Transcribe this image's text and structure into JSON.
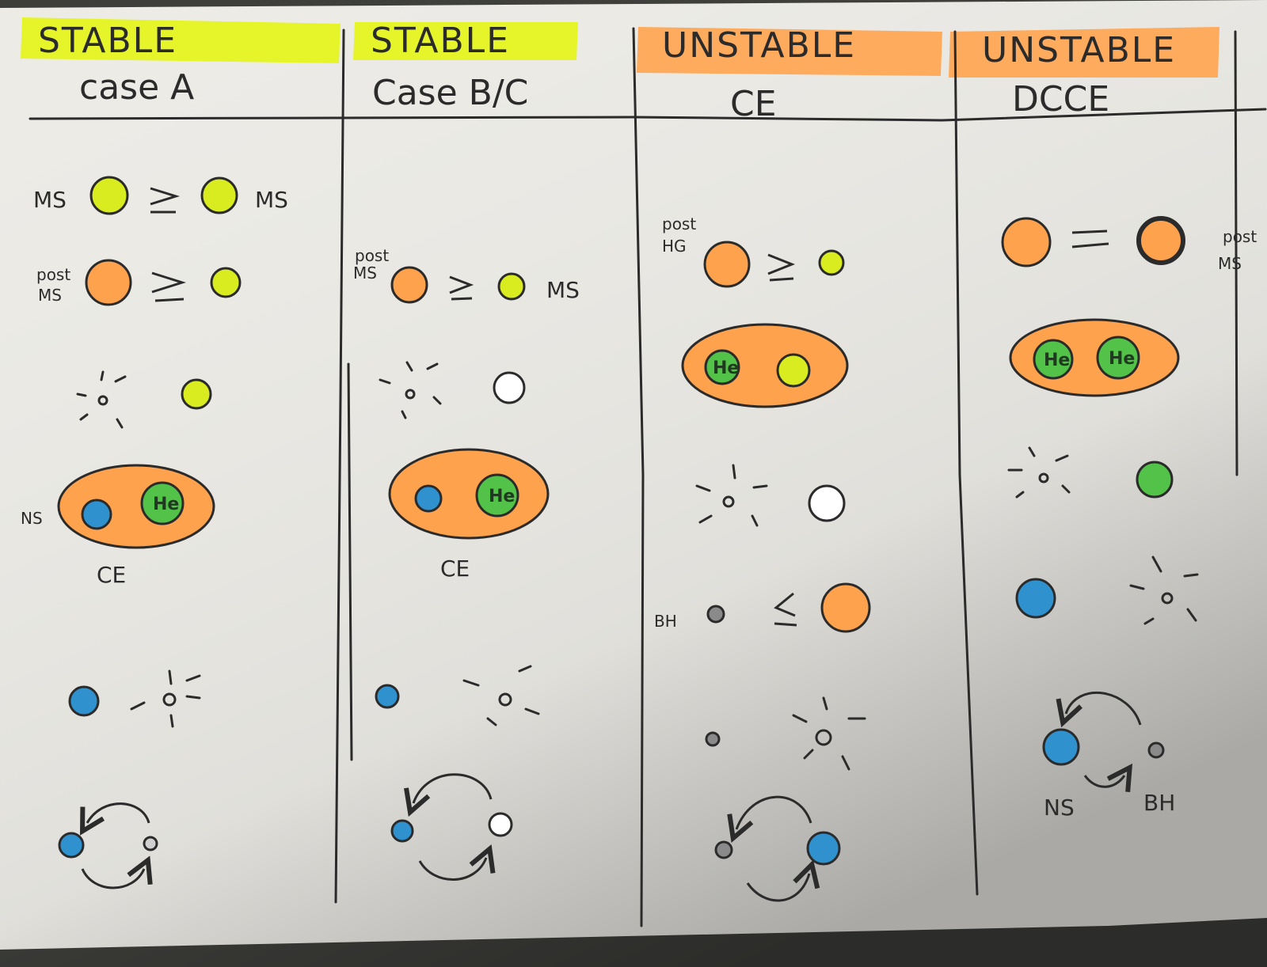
{
  "colors": {
    "paper": "#ecebe6",
    "ink": "#2b2b2b",
    "yellow": "#d9ec1f",
    "orange": "#ffa24d",
    "green": "#52c248",
    "blue": "#2f92cf",
    "highlight_yellow": "#e6f52a",
    "highlight_orange": "#ffab5e"
  },
  "columns": [
    {
      "title": "STABLE",
      "subtitle": "case A",
      "labels": {
        "ms_left": "MS",
        "ms_right": "MS",
        "post_ms_1": "post",
        "post_ms_2": "MS",
        "ns": "NS",
        "ce": "CE",
        "he": "He"
      }
    },
    {
      "title": "STABLE",
      "subtitle": "Case B/C",
      "labels": {
        "post_ms_1": "post",
        "post_ms_2": "MS",
        "ms_right": "MS",
        "he": "He",
        "ce": "CE"
      }
    },
    {
      "title": "UNSTABLE",
      "subtitle": "CE",
      "labels": {
        "post_hg_1": "post",
        "post_hg_2": "HG",
        "he": "He",
        "bh": "BH"
      }
    },
    {
      "title": "UNSTABLE",
      "subtitle": "DCCE",
      "labels": {
        "post_ms_1": "post",
        "post_ms_2": "MS",
        "he_1": "He",
        "he_2": "He",
        "ns": "NS",
        "bh": "BH"
      }
    }
  ]
}
